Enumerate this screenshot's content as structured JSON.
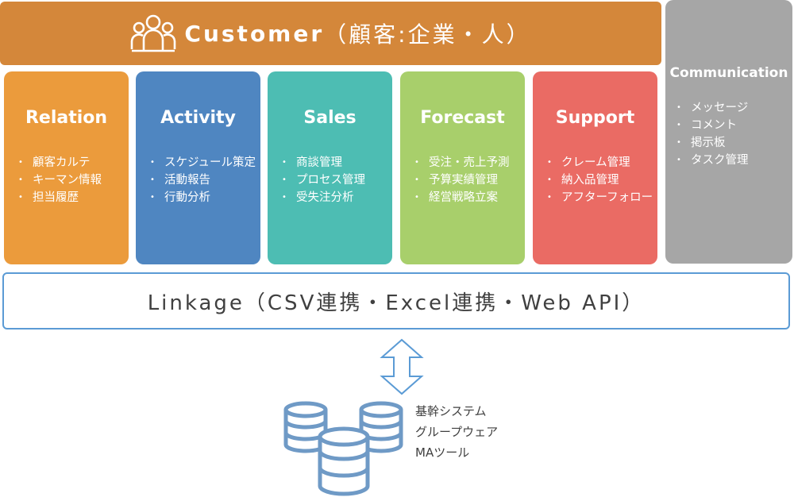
{
  "colors": {
    "customer": "#D4873A",
    "relation": "#EB9B3C",
    "activity": "#4F86C1",
    "sales": "#4DBDB3",
    "forecast": "#A8CF6B",
    "support": "#EA6B64",
    "communication": "#A6A6A6",
    "linkage_border": "#5B9BD5",
    "database": "#6F9AC6"
  },
  "customer": {
    "icon": "people-group-icon",
    "title": "Customer",
    "subtitle": "（顧客:企業・人）"
  },
  "cards": [
    {
      "title": "Relation",
      "items": [
        "顧客カルテ",
        "キーマン情報",
        "担当履歴"
      ]
    },
    {
      "title": "Activity",
      "items": [
        "スケジュール策定",
        "活動報告",
        "行動分析"
      ]
    },
    {
      "title": "Sales",
      "items": [
        "商談管理",
        "プロセス管理",
        "受失注分析"
      ]
    },
    {
      "title": "Forecast",
      "items": [
        "受注・売上予測",
        "予算実績管理",
        "経営戦略立案"
      ]
    },
    {
      "title": "Support",
      "items": [
        "クレーム管理",
        "納入品管理",
        "アフターフォロー"
      ]
    }
  ],
  "communication": {
    "title": "Communication",
    "items": [
      "メッセージ",
      "コメント",
      "掲示板",
      "タスク管理"
    ]
  },
  "linkage": {
    "label": "Linkage（CSV連携・Excel連携・Web API）"
  },
  "arrow_icon": "double-arrow-vertical-icon",
  "database_icon": "database-stack-icon",
  "systems": [
    "基幹システム",
    "グループウェア",
    "MAツール"
  ]
}
